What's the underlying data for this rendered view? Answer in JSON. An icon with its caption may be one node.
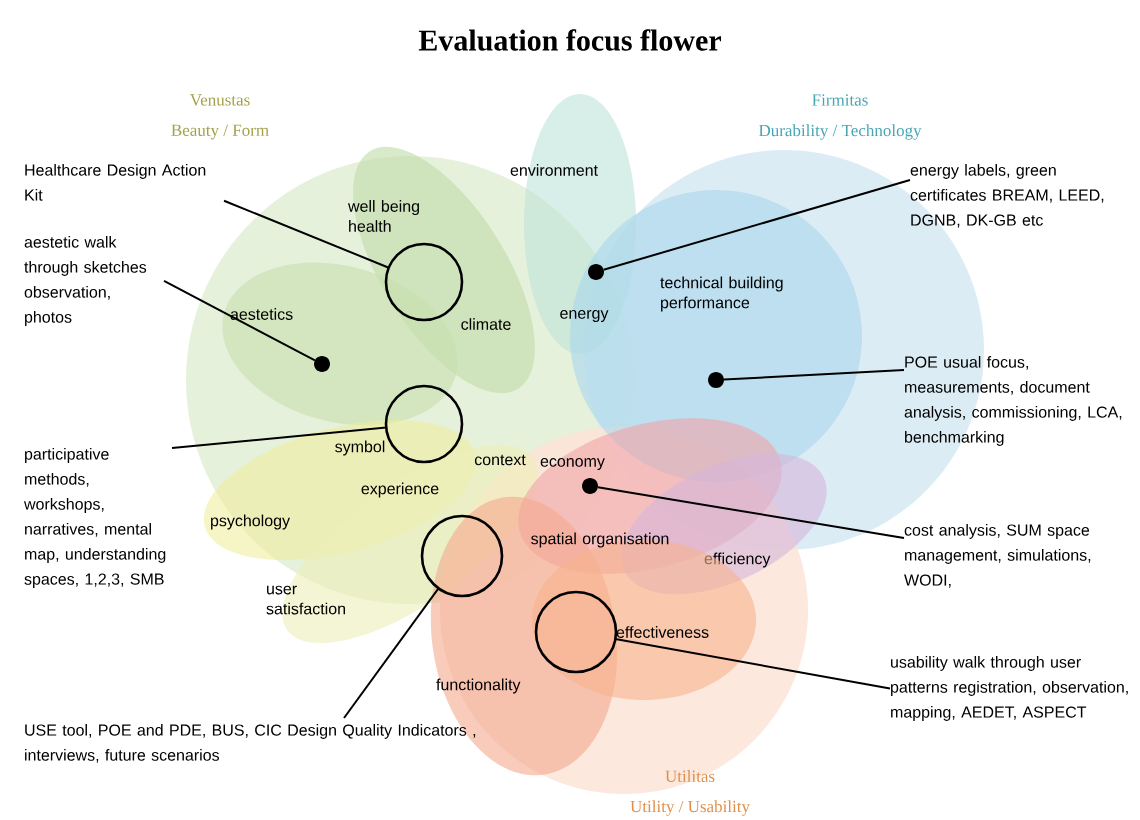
{
  "diagram": {
    "title": "Evaluation focus flower",
    "nodes": [
      {
        "text": [
          "Venustas",
          "Beauty / Form"
        ]
      },
      {
        "text": [
          "Firmitas",
          "Durability / Technology"
        ]
      },
      {
        "text": [
          "Utilitas",
          "Utility / Usability"
        ]
      },
      {
        "text": [
          "well being health"
        ],
        "in": 0
      },
      {
        "text": [
          "environment"
        ]
      },
      {
        "text": [
          "aestetics"
        ],
        "in": 0
      },
      {
        "text": [
          "technical building performance"
        ],
        "in": 1
      },
      {
        "text": [
          "psychology"
        ],
        "in": 0
      },
      {
        "text": [
          "user satisfaction"
        ]
      },
      {
        "text": [
          "economy"
        ],
        "in": 2
      },
      {
        "text": [
          "efficiency"
        ]
      },
      {
        "text": [
          "functionality"
        ],
        "in": 2
      },
      {
        "text": [
          "effectiveness"
        ],
        "in": 2
      },
      {
        "text": [
          "Healthcare Design Action Kit"
        ]
      },
      {
        "text": [
          "aestetic walk through sketches observation, photos"
        ]
      },
      {
        "text": [
          "participative methods, workshops, narratives, mental map, understanding spaces, 1,2,3, SMB"
        ]
      },
      {
        "text": [
          "USE tool, POE and PDE, BUS, CIC Design Quality Indicators , interviews, future scenarios"
        ]
      },
      {
        "text": [
          "energy labels, green certificates BREAM, LEED, DGNB, DK-GB etc"
        ]
      },
      {
        "text": [
          "POE usual focus, measurements, document analysis, commissioning, LCA, benchmarking"
        ]
      },
      {
        "text": [
          "cost analysis, SUM space management, simulations, WODI,"
        ]
      },
      {
        "text": [
          "usability walk through user patterns registration, observation, mapping, AEDET, ASPECT"
        ]
      },
      {
        "text": [],
        "shape": "circle",
        "in": 5
      },
      {
        "text": [],
        "shape": "circle",
        "in": 3
      },
      {
        "text": [],
        "shape": "circle",
        "in": 0
      },
      {
        "text": [],
        "shape": "circle",
        "in": 8
      },
      {
        "text": [],
        "shape": "circle"
      },
      {
        "text": [],
        "shape": "circle"
      },
      {
        "text": [],
        "shape": "circle"
      },
      {
        "text": [],
        "shape": "circle",
        "in": 6
      }
    ],
    "edges": [
      {
        "from": 13,
        "to": 22,
        "arrow": "none"
      },
      {
        "from": 14,
        "to": 21,
        "arrow": "none"
      },
      {
        "from": 15,
        "to": 23,
        "arrow": "none"
      },
      {
        "from": 16,
        "to": 24,
        "arrow": "none"
      },
      {
        "from": 17,
        "to": 27,
        "arrow": "none"
      },
      {
        "from": 18,
        "to": 28,
        "arrow": "none"
      },
      {
        "from": 19,
        "to": 26,
        "arrow": "none"
      },
      {
        "from": 20,
        "to": 25,
        "arrow": "none"
      }
    ],
    "labels": [
      "climate",
      "energy",
      "symbol",
      "context",
      "experience",
      "spatial organisation"
    ]
  }
}
